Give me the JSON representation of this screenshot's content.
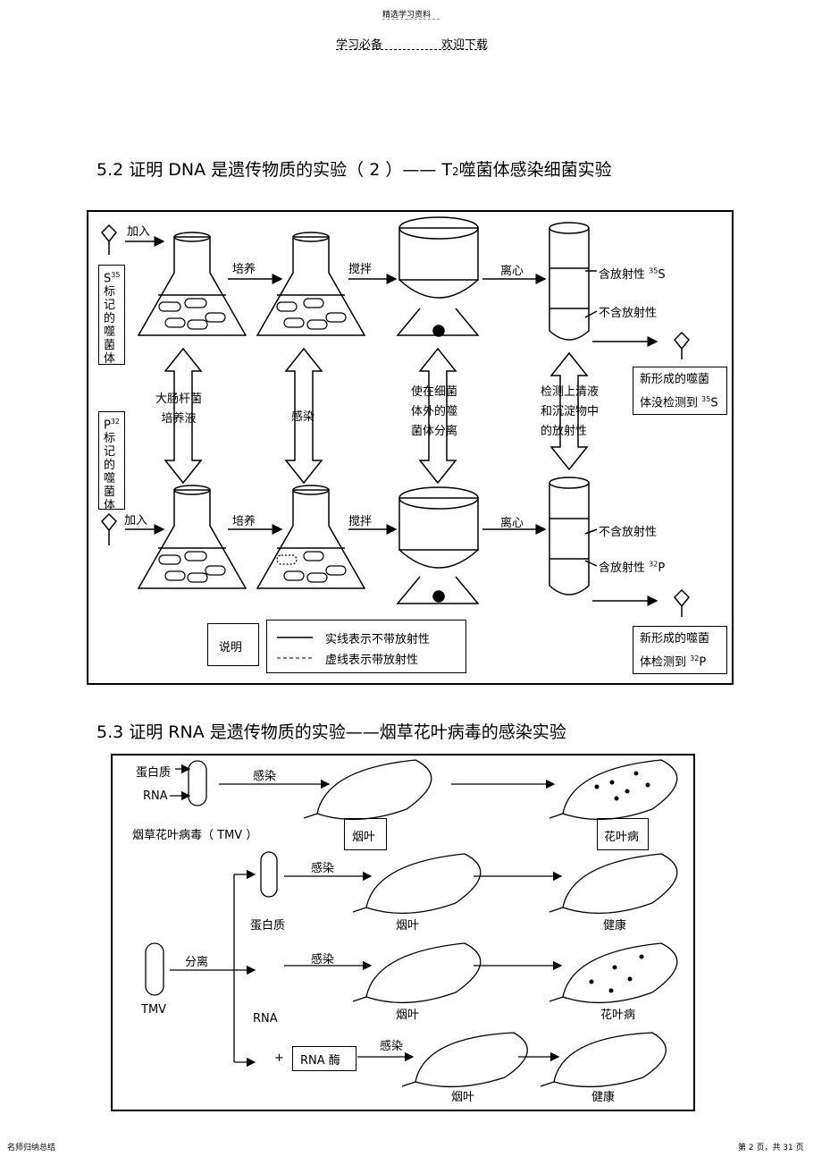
{
  "header": {
    "top": "精选学习资料",
    "left": "学习必备",
    "right": "欢迎下载"
  },
  "section1": {
    "title": "5.2 证明 DNA  是遗传物质的实验（   2 ）—— T",
    "title_sub": "2",
    "title_tail": "噬菌体感染细菌实验",
    "top_label": [
      "S",
      "35",
      "标",
      "记",
      "的",
      "噬",
      "菌",
      "体"
    ],
    "bottom_label": [
      "P",
      "32",
      "标",
      "记",
      "的",
      "噬",
      "菌",
      "体"
    ],
    "add": "加入",
    "culture": "培养",
    "stir": "搅拌",
    "centrifuge": "离心",
    "top_upper": "含放射性",
    "top_upper_iso": "35",
    "top_upper_el": "S",
    "top_lower": "不含放射性",
    "bottom_upper": "不含放射性",
    "bottom_lower": "含放射性",
    "bottom_lower_iso": "32",
    "bottom_lower_el": "P",
    "arrow1": [
      "大肠杆菌",
      "培养液"
    ],
    "arrow2": "感染",
    "arrow3": [
      "使在细菌",
      "体外的噬",
      "菌体分离"
    ],
    "arrow4": [
      "检测上清液",
      "和沉淀物中",
      "的放射性"
    ],
    "result_top": [
      "新形成的噬菌",
      "体没检测到"
    ],
    "result_top_iso": "35",
    "result_top_el": "S",
    "result_bottom": [
      "新形成的噬菌",
      "体检测到"
    ],
    "result_bottom_iso": "32",
    "result_bottom_el": "P",
    "legend_title": "说明",
    "legend_solid": "实线表示不带放射性",
    "legend_dashed": "虚线表示带放射性"
  },
  "section2": {
    "title": "5.3 证明 RNA  是遗传物质的实验——烟草花叶病毒的感染实验",
    "protein": "蛋白质",
    "rna": "RNA",
    "infect": "感染",
    "tmv_name": "烟草花叶病毒（   TMV   ）",
    "tobacco_leaf": "烟叶",
    "mosaic": "花叶病",
    "protein2": "蛋白质",
    "healthy": "健康",
    "separate": "分离",
    "tmv": "TMV",
    "rna2": "RNA",
    "plus": "+",
    "rnase": "RNA  酶"
  },
  "footer": {
    "left": "名师归纳总结",
    "right": "第 2 页，共 31 页"
  }
}
